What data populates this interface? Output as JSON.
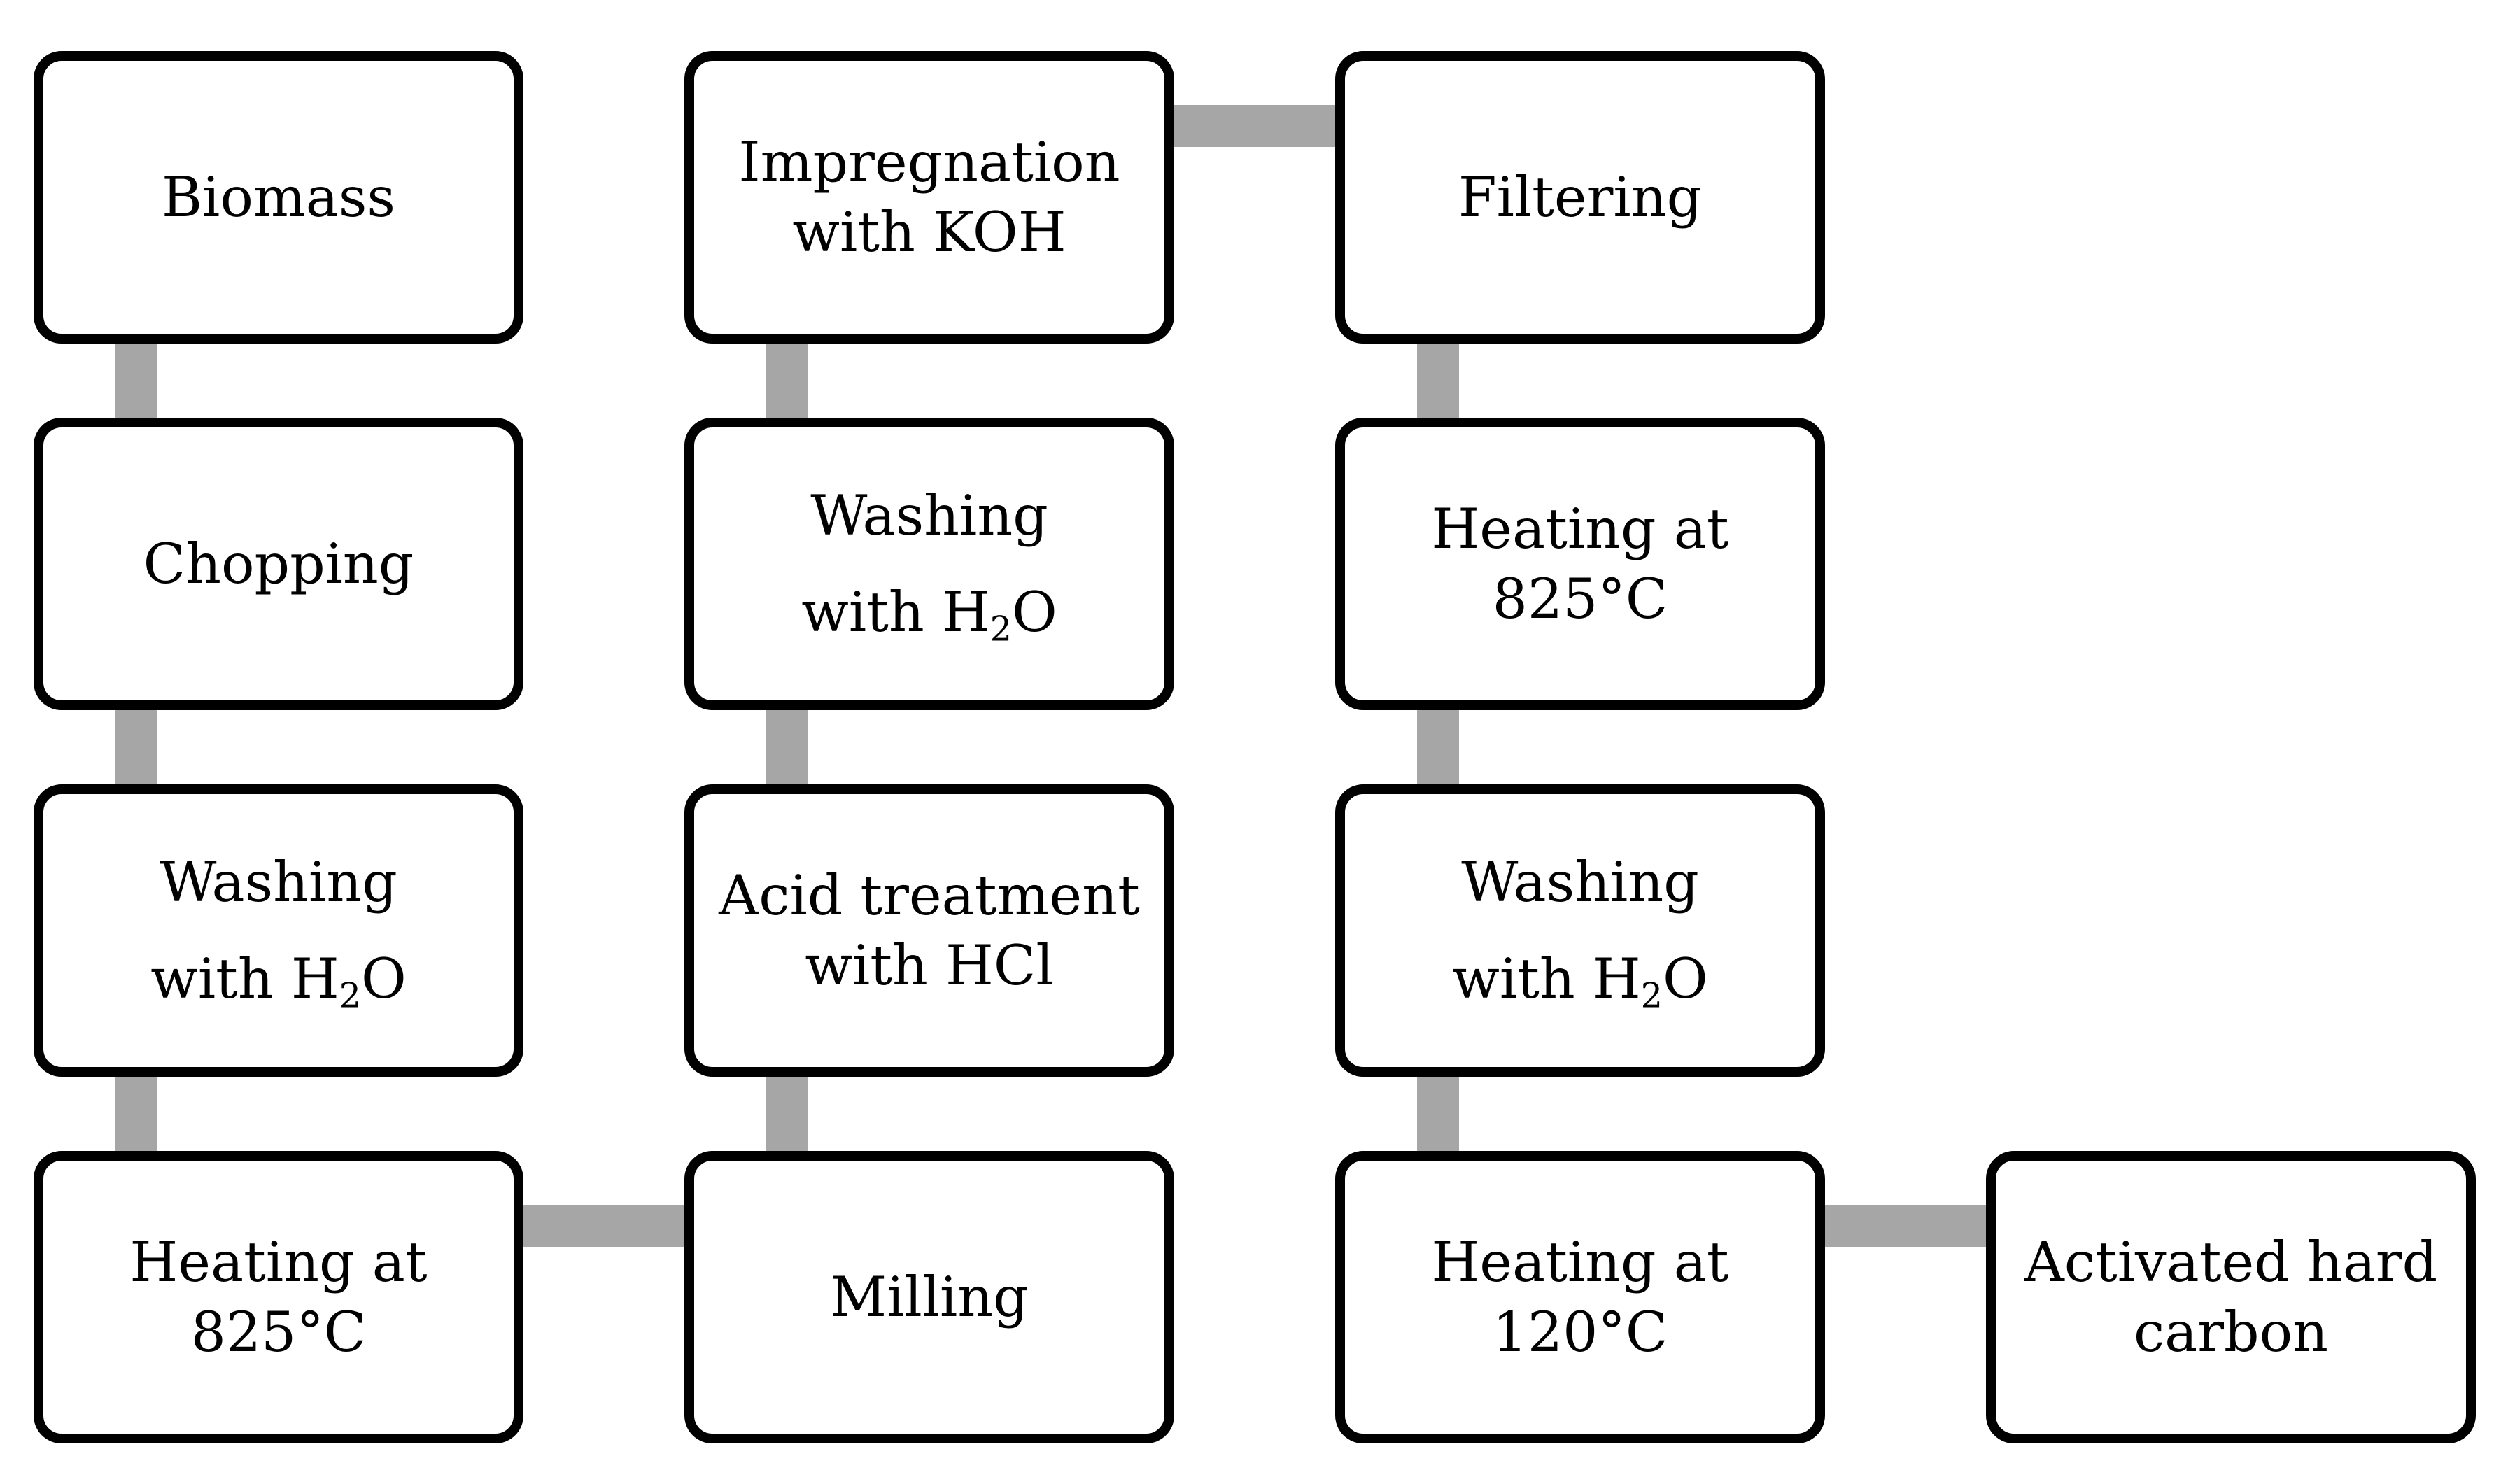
{
  "steps": {
    "biomass": {
      "label": "Biomass"
    },
    "chopping": {
      "label": "Chopping"
    },
    "washing_1": {
      "line1": "Washing",
      "line2_prefix": "with H",
      "line2_sub": "2",
      "line2_suffix": "O"
    },
    "heating_1": {
      "line1": "Heating at",
      "line2": "825°C"
    },
    "milling": {
      "label": "Milling"
    },
    "acid_treatment": {
      "line1": "Acid treatment",
      "line2": "with HCl"
    },
    "washing_2": {
      "line1": "Washing",
      "line2_prefix": "with H",
      "line2_sub": "2",
      "line2_suffix": "O"
    },
    "impregnation": {
      "line1": "Impregnation",
      "line2": "with KOH"
    },
    "filtering": {
      "label": "Filtering"
    },
    "heating_2": {
      "line1": "Heating at",
      "line2": "825°C"
    },
    "washing_3": {
      "line1": "Washing",
      "line2_prefix": "with H",
      "line2_sub": "2",
      "line2_suffix": "O"
    },
    "heating_3": {
      "line1": "Heating at",
      "line2": "120°C"
    },
    "activated_carbon": {
      "line1": "Activated hard",
      "line2": "carbon"
    }
  },
  "colors": {
    "box_border": "#000000",
    "connector": "#a6a6a6"
  }
}
